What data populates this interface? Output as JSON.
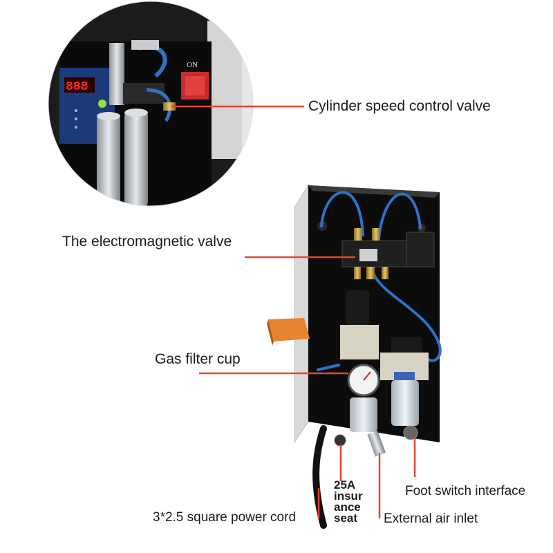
{
  "callouts": {
    "cylinder_speed_valve": "Cylinder speed control valve",
    "electromagnetic_valve": "The electromagnetic valve",
    "gas_filter_cup": "Gas filter cup",
    "foot_switch": "Foot switch interface",
    "air_inlet": "External air inlet",
    "power_cord": "3*2.5 square power cord",
    "fuse_seat": [
      "25A",
      "insur",
      "ance",
      "seat"
    ]
  },
  "colors": {
    "leader_line": "#e8452a",
    "hose": "#2f72c9",
    "panel": "#0c0c0c",
    "steel": "#c9ccd0",
    "brass": "#c8a24a",
    "display": "#ff2a2a"
  }
}
